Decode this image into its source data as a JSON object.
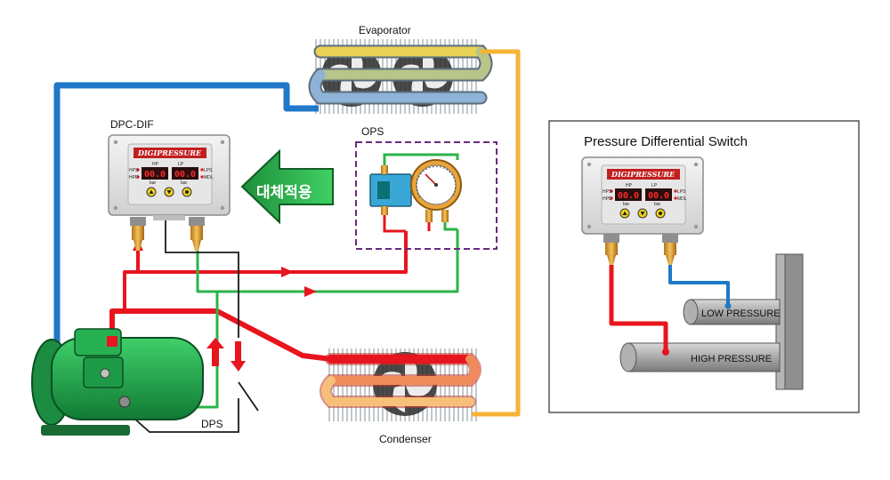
{
  "labels": {
    "evaporator": "Evaporator",
    "condenser": "Condenser",
    "dpc_dif": "DPC-DIF",
    "ops": "OPS",
    "dps": "DPS",
    "replacement": "대체적용",
    "panel_title": "Pressure Differential Switch",
    "low_pressure": "LOW PRESSURE",
    "high_pressure": "HIGH PRESSURE"
  },
  "device": {
    "brand": "DIGIPRESSURE",
    "hp_label": "HP",
    "lp_label": "LP",
    "hp_value": "00.0",
    "lp_value": "00.0",
    "unit_left": "bar",
    "unit_right": "bar",
    "leds_left": [
      "HPS",
      "HPD"
    ],
    "leds_right": [
      "LPS",
      "MDL"
    ]
  },
  "colors": {
    "high_pressure_line": "#e8141e",
    "low_pressure_line": "#2bb34a",
    "suction_line": "#1f78c8",
    "liquid_line": "#f5b335",
    "compressor": "#1f9a47",
    "arrow": "#27a844",
    "panel_border": "#555555"
  },
  "icons": {
    "flow_arrow": "red-triangle-arrow",
    "gauge": "pressure-gauge-icon",
    "fan": "fan-icon"
  }
}
